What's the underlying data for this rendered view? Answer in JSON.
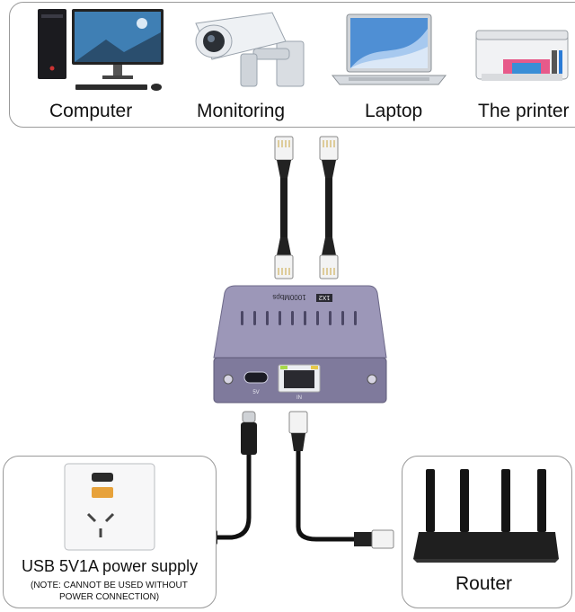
{
  "devices": {
    "computer": "Computer",
    "monitoring": "Monitoring",
    "laptop": "Laptop",
    "printer": "The printer"
  },
  "splitter": {
    "model_text": "1000Mbps",
    "badge_text": "1X2",
    "port_label_usb": "5V",
    "port_label_lan": "IN",
    "body_color": "#8b86a8"
  },
  "power": {
    "title": "USB 5V1A power supply",
    "note_line1": "(NOTE: CANNOT BE USED WITHOUT",
    "note_line2": "POWER CONNECTION)"
  },
  "router": {
    "label": "Router"
  }
}
